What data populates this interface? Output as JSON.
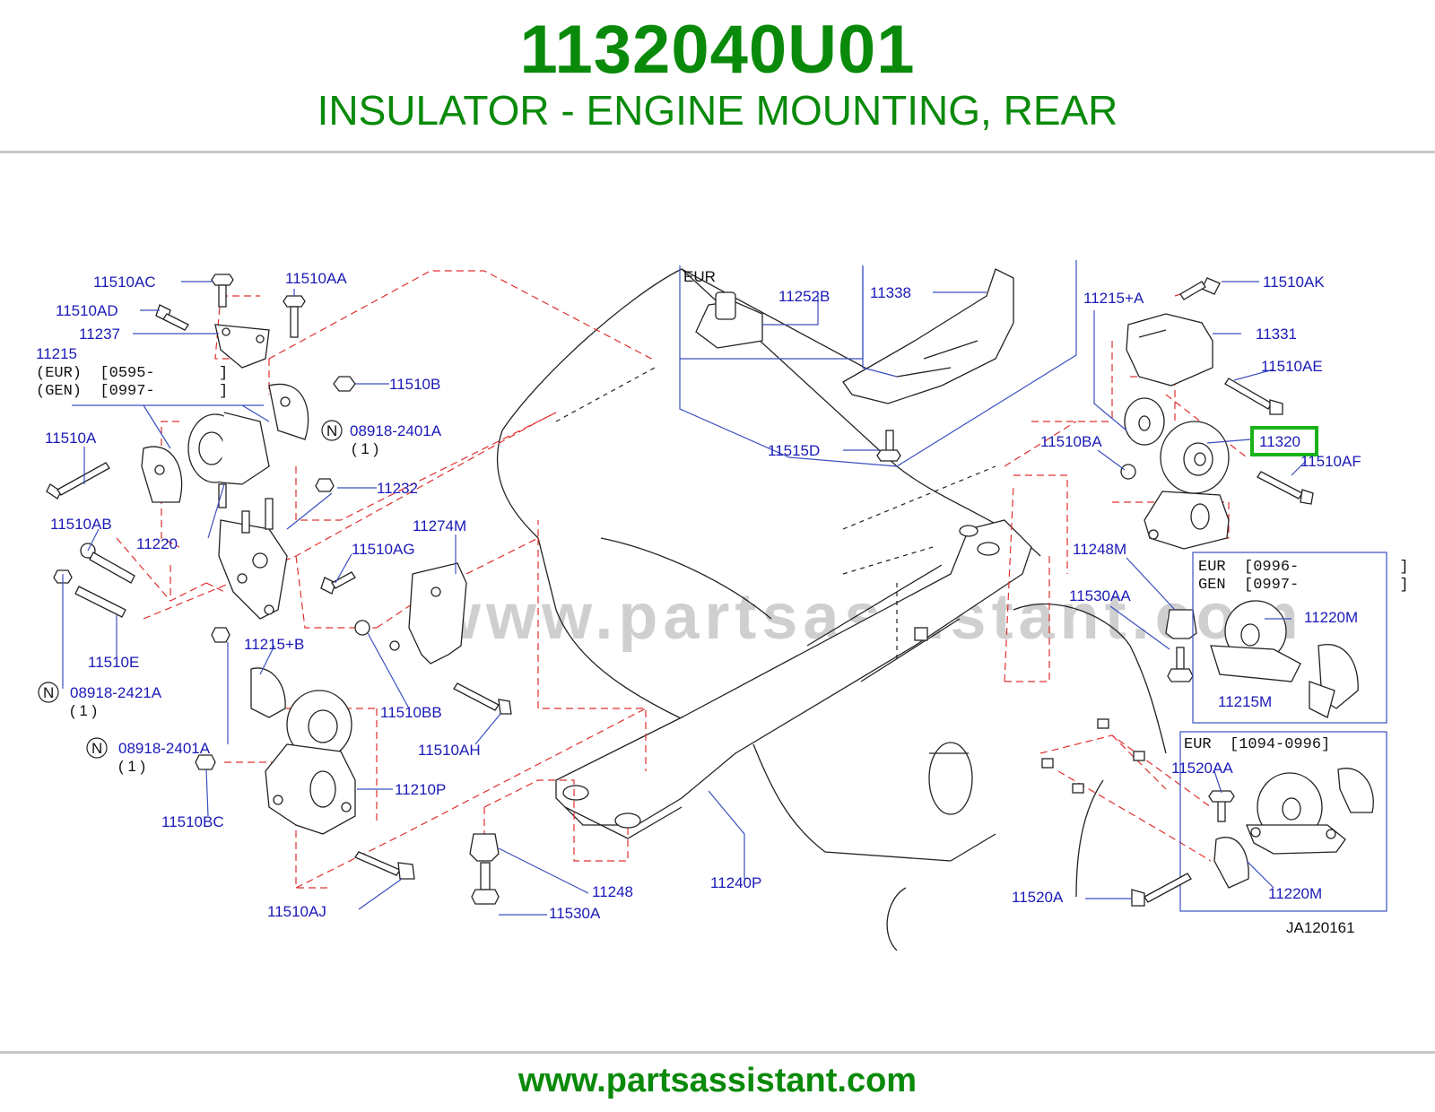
{
  "header": {
    "part_number": "1132040U01",
    "part_name": "INSULATOR - ENGINE MOUNTING, REAR"
  },
  "footer": {
    "url": "www.partsassistant.com"
  },
  "diagram": {
    "watermark": "www.partsassistant.com",
    "highlight_label": "11320",
    "highlight_color": "#19b319",
    "line_color_callout": "#3a4fbf",
    "line_color_alignment": "#e03030",
    "drawing_code": "JA120161",
    "notes": {
      "l11215_eur": "(EUR)  [0595-       ]",
      "l11215_gen": "(GEN)  [0997-       ]",
      "n1": "( 1 )",
      "n2": "( 1 )",
      "n3": "( 1 )",
      "eur_box_title": "EUR",
      "box2_line1": "EUR  [0996-           ]",
      "box2_line2": "GEN  [0997-           ]",
      "box3_title": "EUR  [1094-0996]",
      "n_symbol": "N"
    },
    "labels": {
      "l11510AC": "11510AC",
      "l11510AA": "11510AA",
      "l11510AD": "11510AD",
      "l11237": "11237",
      "l11215": "11215",
      "l11510B": "11510B",
      "l11510A": "11510A",
      "l08918_2401A_a": "08918-2401A",
      "l11232": "11232",
      "l11510AB": "11510AB",
      "l11220": "11220",
      "l11274M": "11274M",
      "l11510AG": "11510AG",
      "l11510E": "11510E",
      "l11215B": "11215+B",
      "l08918_2421A": "08918-2421A",
      "l11510BB": "11510BB",
      "l11510AH": "11510AH",
      "l08918_2401A_b": "08918-2401A",
      "l11210P": "11210P",
      "l11510BC": "11510BC",
      "l11248": "11248",
      "l11530A": "11530A",
      "l11510AJ": "11510AJ",
      "l11240P": "11240P",
      "l11252B": "11252B",
      "l11338": "11338",
      "l11515D": "11515D",
      "l11215A": "11215+A",
      "l11510AK": "11510AK",
      "l11331": "11331",
      "l11510AE": "11510AE",
      "l11510BA": "11510BA",
      "l11510AF": "11510AF",
      "l11248M": "11248M",
      "l11530AA": "11530AA",
      "l11220M_a": "11220M",
      "l11215M": "11215M",
      "l11520AA": "11520AA",
      "l11520A": "11520A",
      "l11220M_b": "11220M"
    }
  }
}
